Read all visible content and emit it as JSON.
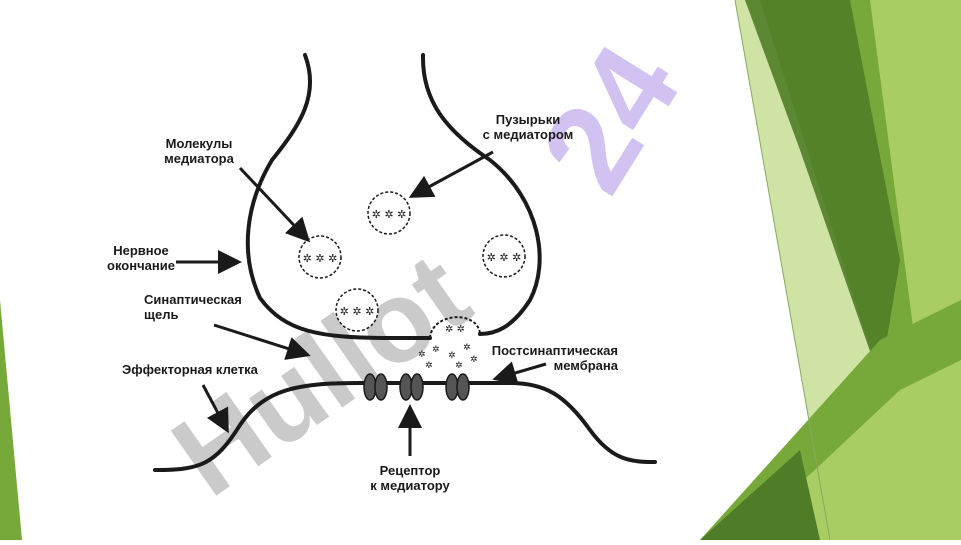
{
  "labels": {
    "mediator_molecules": [
      "Молекулы",
      "медиатора"
    ],
    "vesicles": [
      "Пузырьки",
      "с медиатором"
    ],
    "nerve_ending": [
      "Нервное",
      "окончание"
    ],
    "synaptic_cleft": [
      "Синаптическая",
      "щель"
    ],
    "effector_cell": [
      "Эффекторная клетка"
    ],
    "postsynaptic_membrane": [
      "Постсинаптическая",
      "мембрана"
    ],
    "receptor": [
      "Рецептор",
      "к медиатору"
    ]
  },
  "watermark": {
    "digits": "24",
    "word": "Hullot"
  },
  "colors": {
    "ink": "#1a1a1a",
    "watermark_gray": "#b4b4b4",
    "watermark_purple": "#c9b8f0",
    "green_dark": "#4f7d27",
    "green_mid": "#77a83a",
    "green_light": "#a9cd63",
    "green_pale": "#cfe3a5"
  }
}
